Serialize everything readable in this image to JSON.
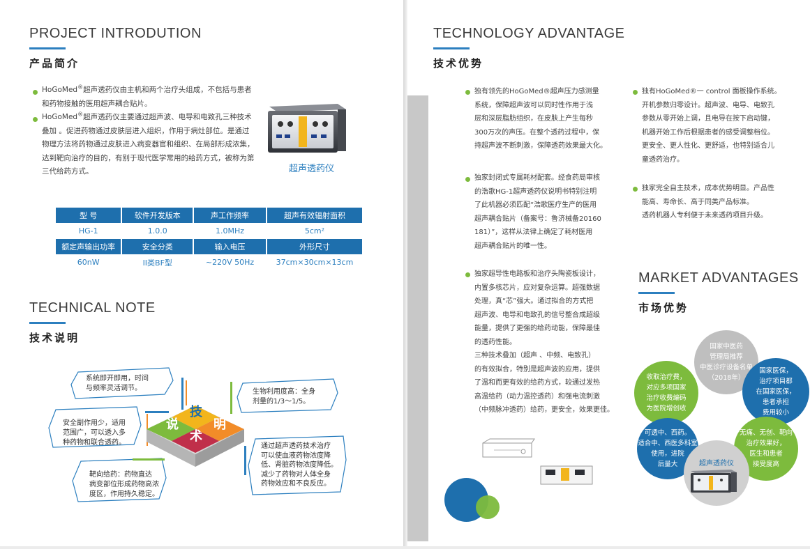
{
  "left": {
    "intro": {
      "en_title": "PROJECT INTRODUTION",
      "cn_title": "产品简介",
      "p1_brand": "HoGoMed",
      "p1_reg": "®",
      "p1_line1": "超声透药仪由主机和两个治疗头组成，不包括与患者",
      "p1_line2": "和药物接触的医用超声耦合贴片。",
      "p2_brand": "HoGoMed",
      "p2_reg": "®",
      "p2_line1": "超声透药仪主要通过超声波、电导和电致孔三种技术",
      "p2_line2": "叠加 。促进药物通过皮肤层进入组织，作用于病灶部位。是通过",
      "p2_line3": "物理方法将药物通过皮肤进入病变器官和组织、在局部形成浓集，",
      "p2_line4": "达到靶向治疗的目的，有别于现代医学常用的给药方式，被称为第",
      "p2_line5": "三代给药方式。",
      "device_label": "超声透药仪"
    },
    "spec_table": {
      "header1": [
        "型  号",
        "软件开发版本",
        "声工作频率",
        "超声有效辐射面积"
      ],
      "row1": [
        "HG-1",
        "1.0.0",
        "1.0MHz",
        "5cm²"
      ],
      "header2": [
        "额定声输出功率",
        "安全分类",
        "输入电压",
        "外形尺寸"
      ],
      "row2": [
        "60nW",
        "II类BF型",
        "~220V  50Hz",
        "37cm×30cm×13cm"
      ]
    },
    "technical": {
      "en_title": "TECHNICAL NOTE",
      "cn_title": "技术说明",
      "diagram_chars": [
        "技",
        "说",
        "明",
        "术"
      ],
      "callout1": [
        "系统即开即用，时间",
        "与频率灵活调节。"
      ],
      "callout2": [
        "安全副作用少，适用",
        "范围广，可以透入多",
        "种药物和联合透药。"
      ],
      "callout3": [
        "靶向给药：药物直达",
        "病变部位形成药物高浓",
        "度区，作用持久稳定。"
      ],
      "callout4": [
        "生物利用度高：全身",
        "剂量的1/3～1/5。"
      ],
      "callout5": [
        "通过超声透药技术治疗",
        "可以使血液药物浓度降",
        "低、肾脏药物浓度降低。",
        "减少了药物对人体全身",
        "药物效应和不良反应。"
      ]
    }
  },
  "right": {
    "technology": {
      "en_title": "TECHNOLOGY ADVANTAGE",
      "cn_title": "技术优势",
      "col1_b1": [
        "独有领先的HoGoMed®超声压力感测量",
        "系统，保障超声波可以同时性作用于浅",
        "层和深层脂肪组织，在皮肤上产生每秒",
        "300万次的声压。在整个透药过程中，保",
        "持超声波不断刺激，保障透药效果最大化。"
      ],
      "col1_b2": [
        "独家封闭式专属耗材配套。经食药局审核",
        "的浩歌HG-1超声透药仪说明书特别注明",
        "了此机器必须匹配“浩歌医疗生产的医用",
        "超声耦合贴片（备案号：鲁济械备20160",
        "181）”，这样从法律上确定了耗材医用",
        "超声耦合贴片的唯一性。"
      ],
      "col1_b3": [
        "独家超导性电路板和治疗头陶瓷板设计，",
        "内置多核芯片，应对复杂运算。超强数据",
        "处理，真“芯”强大。通过拟合的方式把",
        "超声波、电导和电致孔的信号整合成超级",
        "能量，提供了更强的给药动能，保障最佳",
        "的透药性能。",
        "三种技术叠加（超声 、中频、电致孔）",
        "的有效拟合，特别是超声波的应用，提供",
        "了温和而更有效的给药方式，较通过发热",
        "高温给药（动力温控透药）和强电流刺激",
        "（中频脉冲透药）给药，更安全，效果更佳。"
      ],
      "col2_b1": [
        "独有HoGoMed®一 control 面板操作系统。",
        "开机参数归零设计。超声波、电导、电致孔",
        "参数从零开始上调，且电导在按下启动键，",
        "机器开始工作后根据患者的感受调整档位。",
        "更安全、更人性化、更舒适，也特别适合儿",
        "童透药治疗。"
      ],
      "col2_b2": [
        "独家完全自主技术，成本优势明显。产品性",
        "能高、寿命长、高于同类产品标准。",
        "透药机器人专利便于未来透药项目升级。"
      ]
    },
    "market": {
      "en_title": "MARKET ADVANTAGES",
      "cn_title": "市场优势",
      "circle_top": [
        "国家中医药",
        "管理局推荐",
        "中医诊疗设备名单",
        "（2018年）"
      ],
      "circle_left": [
        "收取治疗费，",
        "对应多项国家",
        "治疗收费编码",
        "为医院增创收"
      ],
      "circle_right": [
        "国家医保，",
        "治疗项目都",
        "在国家医保，",
        "患者承担",
        "费用较小"
      ],
      "circle_bl": [
        "可透中、西药。",
        "适合中、西医多科室",
        "使用，进院",
        "后量大"
      ],
      "circle_br": [
        "无痛、无创、靶向",
        "治疗效果好，",
        "医生和患者",
        "接受度高"
      ],
      "center_label": "超声透药仪"
    }
  },
  "colors": {
    "blue": "#2c7fbf",
    "dark_blue": "#1e6fad",
    "green": "#7dbb3d",
    "grey": "#bfbfbf"
  }
}
